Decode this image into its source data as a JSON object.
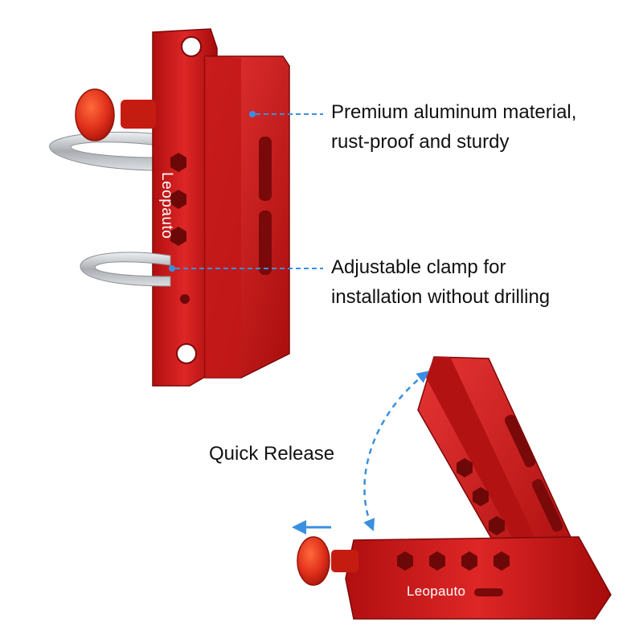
{
  "callouts": {
    "material_line1": "Premium aluminum material,",
    "material_line2": "rust-proof and sturdy",
    "clamp_line1": "Adjustable clamp for",
    "clamp_line2": "installation without drilling",
    "release": "Quick Release"
  },
  "brand": {
    "vertical_label": "Leopauto",
    "horizontal_label": "Leopauto"
  },
  "colors": {
    "product_red": "#d81e1e",
    "product_dark_red": "#8f0c0c",
    "steel": "#bfc3c7",
    "guide_blue": "#3a8fe0",
    "text": "#111111"
  }
}
